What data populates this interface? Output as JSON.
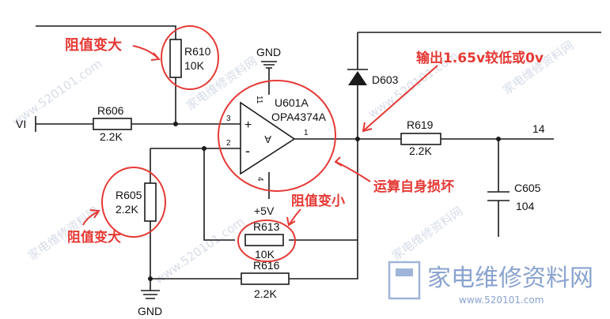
{
  "components": {
    "r610_ref": "R610",
    "r610_val": "10K",
    "r606_ref": "R606",
    "r606_val": "2.2K",
    "r605_ref": "R605",
    "r605_val": "2.2K",
    "r613_ref": "R613",
    "r613_val": "10K",
    "r616_ref": "R616",
    "r616_val": "2.2K",
    "r619_ref": "R619",
    "r619_val": "2.2K",
    "u601_ref": "U601A",
    "u601_part": "OPA4374A",
    "d603_ref": "D603",
    "c605_ref": "C605",
    "c605_val": "104"
  },
  "pins": {
    "p11": "11",
    "p3": "3",
    "p2": "2",
    "p4": "4",
    "p1": "1",
    "plus": "+",
    "minus": "-",
    "amp": "A"
  },
  "nets": {
    "vi": "VI",
    "gnd_top": "GND",
    "gnd_bottom": "GND",
    "plus5v": "+5V",
    "net14": "14"
  },
  "annotations": {
    "r610_note": "阻值变大",
    "output_note": "输出1.65v较低或0v",
    "opamp_note": "运算自身损坏",
    "r613_note": "阻值变小",
    "r605_note": "阻值变大"
  },
  "watermark": {
    "brand": "家电维修资料网",
    "url": "www.520101.com"
  },
  "colors": {
    "annotation": "#e53935",
    "wire": "#1a1a1a",
    "watermark": "#cfd6e4"
  }
}
